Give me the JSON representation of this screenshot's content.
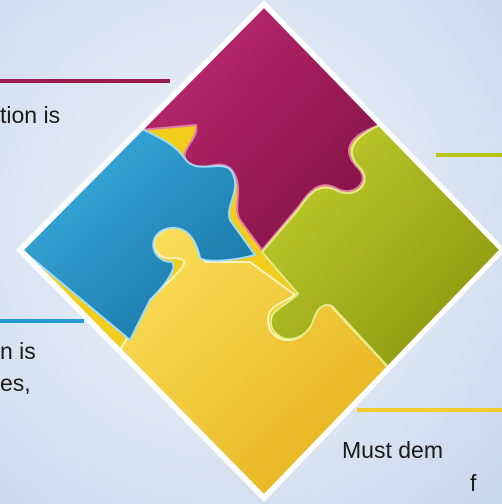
{
  "callouts": {
    "top_left": "tion is",
    "mid_left_line1": "n is",
    "mid_left_line2": "es,",
    "bottom_right_line1": "Must dem",
    "bottom_right_line2": "f"
  },
  "colors": {
    "background": "#dbe5f3",
    "maroon": "#a3195b",
    "blue": "#1f8fc4",
    "green": "#a6b514",
    "yellow": "#f2cd1d",
    "line_maroon": "#9b1b4e",
    "line_blue": "#2a9ad6",
    "line_green": "#b9c41c",
    "line_yellow": "#f2cb2c"
  },
  "icons": [
    "puzzle-piece-icon"
  ]
}
